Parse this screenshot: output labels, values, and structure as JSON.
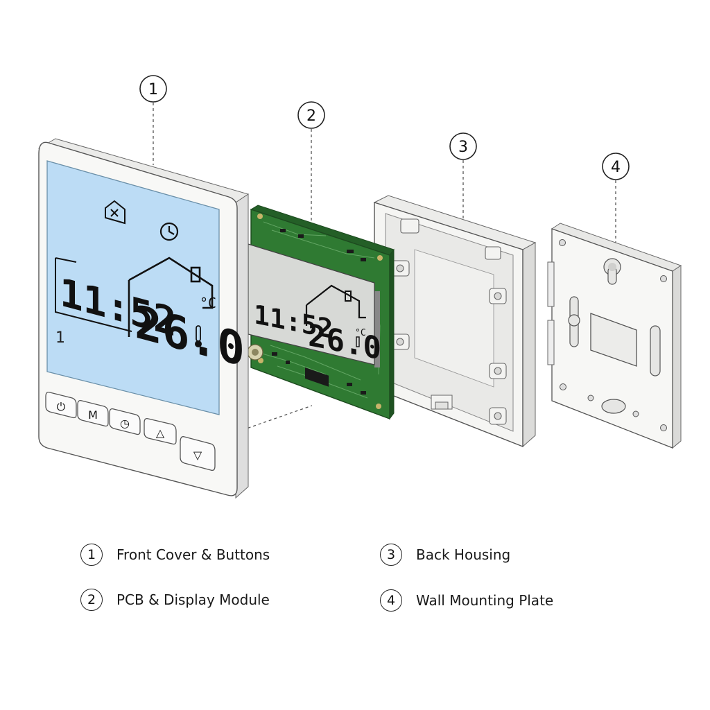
{
  "callouts": [
    {
      "num": "1"
    },
    {
      "num": "2"
    },
    {
      "num": "3"
    },
    {
      "num": "4"
    }
  ],
  "front_cover": {
    "time": "11:52",
    "temperature": "26.0",
    "unit": "°C",
    "indicator": "1",
    "buttons": [
      {
        "label": "⏻",
        "icon": "power-icon"
      },
      {
        "label": "M",
        "icon": "mode-letter"
      },
      {
        "label": "◷",
        "icon": "clock-icon"
      },
      {
        "label": "△",
        "icon": "up-arrow-icon"
      },
      {
        "label": "▽",
        "icon": "down-arrow-icon"
      }
    ]
  },
  "pcb_module": {
    "time": "11:52",
    "temperature": "26.0",
    "unit": "°C"
  },
  "legend": [
    {
      "num": "1",
      "label": "Front Cover & Buttons"
    },
    {
      "num": "2",
      "label": "PCB & Display Module"
    },
    {
      "num": "3",
      "label": "Back Housing"
    },
    {
      "num": "4",
      "label": "Wall Mounting Plate"
    }
  ],
  "colors": {
    "lcd_blue": "#bcdcf5",
    "pcb_green": "#2f7a32",
    "housing_white": "#f4f4f2",
    "outline": "#555555"
  }
}
